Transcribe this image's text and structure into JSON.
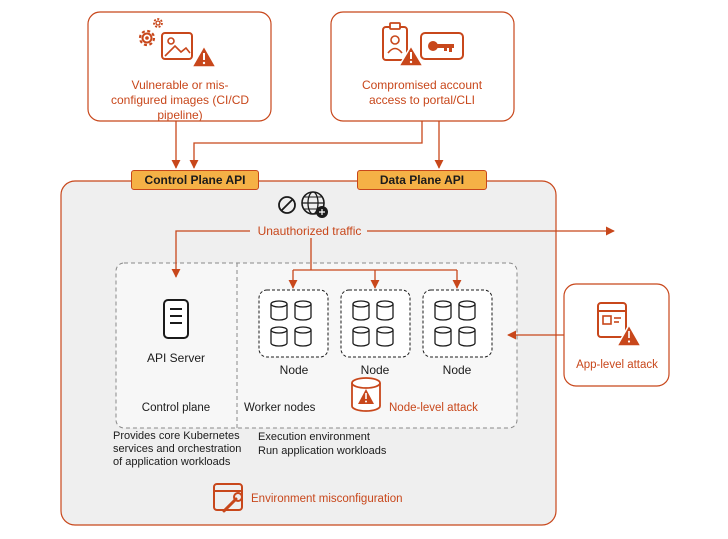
{
  "threats": {
    "images": "Vulnerable or mis-configured images (CI/CD pipeline)",
    "account": "Compromised account access to portal/CLI",
    "app_level": "App-level attack",
    "traffic": "Unauthorized traffic",
    "node_level": "Node-level attack",
    "env_misconfig": "Environment misconfiguration"
  },
  "apis": {
    "control_plane": "Control Plane API",
    "data_plane": "Data Plane API"
  },
  "control_plane": {
    "api_server": "API Server",
    "label": "Control plane",
    "description": "Provides core Kubernetes services and orchestration of application workloads"
  },
  "worker_nodes": {
    "label": "Worker nodes",
    "description_line1": "Execution environment",
    "description_line2": "Run application workloads",
    "nodes": [
      "Node",
      "Node",
      "Node"
    ]
  },
  "colors": {
    "accent": "#c8471b",
    "api_label_fill": "#f5b146",
    "cluster_fill": "#efefef",
    "icon_dark": "#1b1b1b"
  }
}
